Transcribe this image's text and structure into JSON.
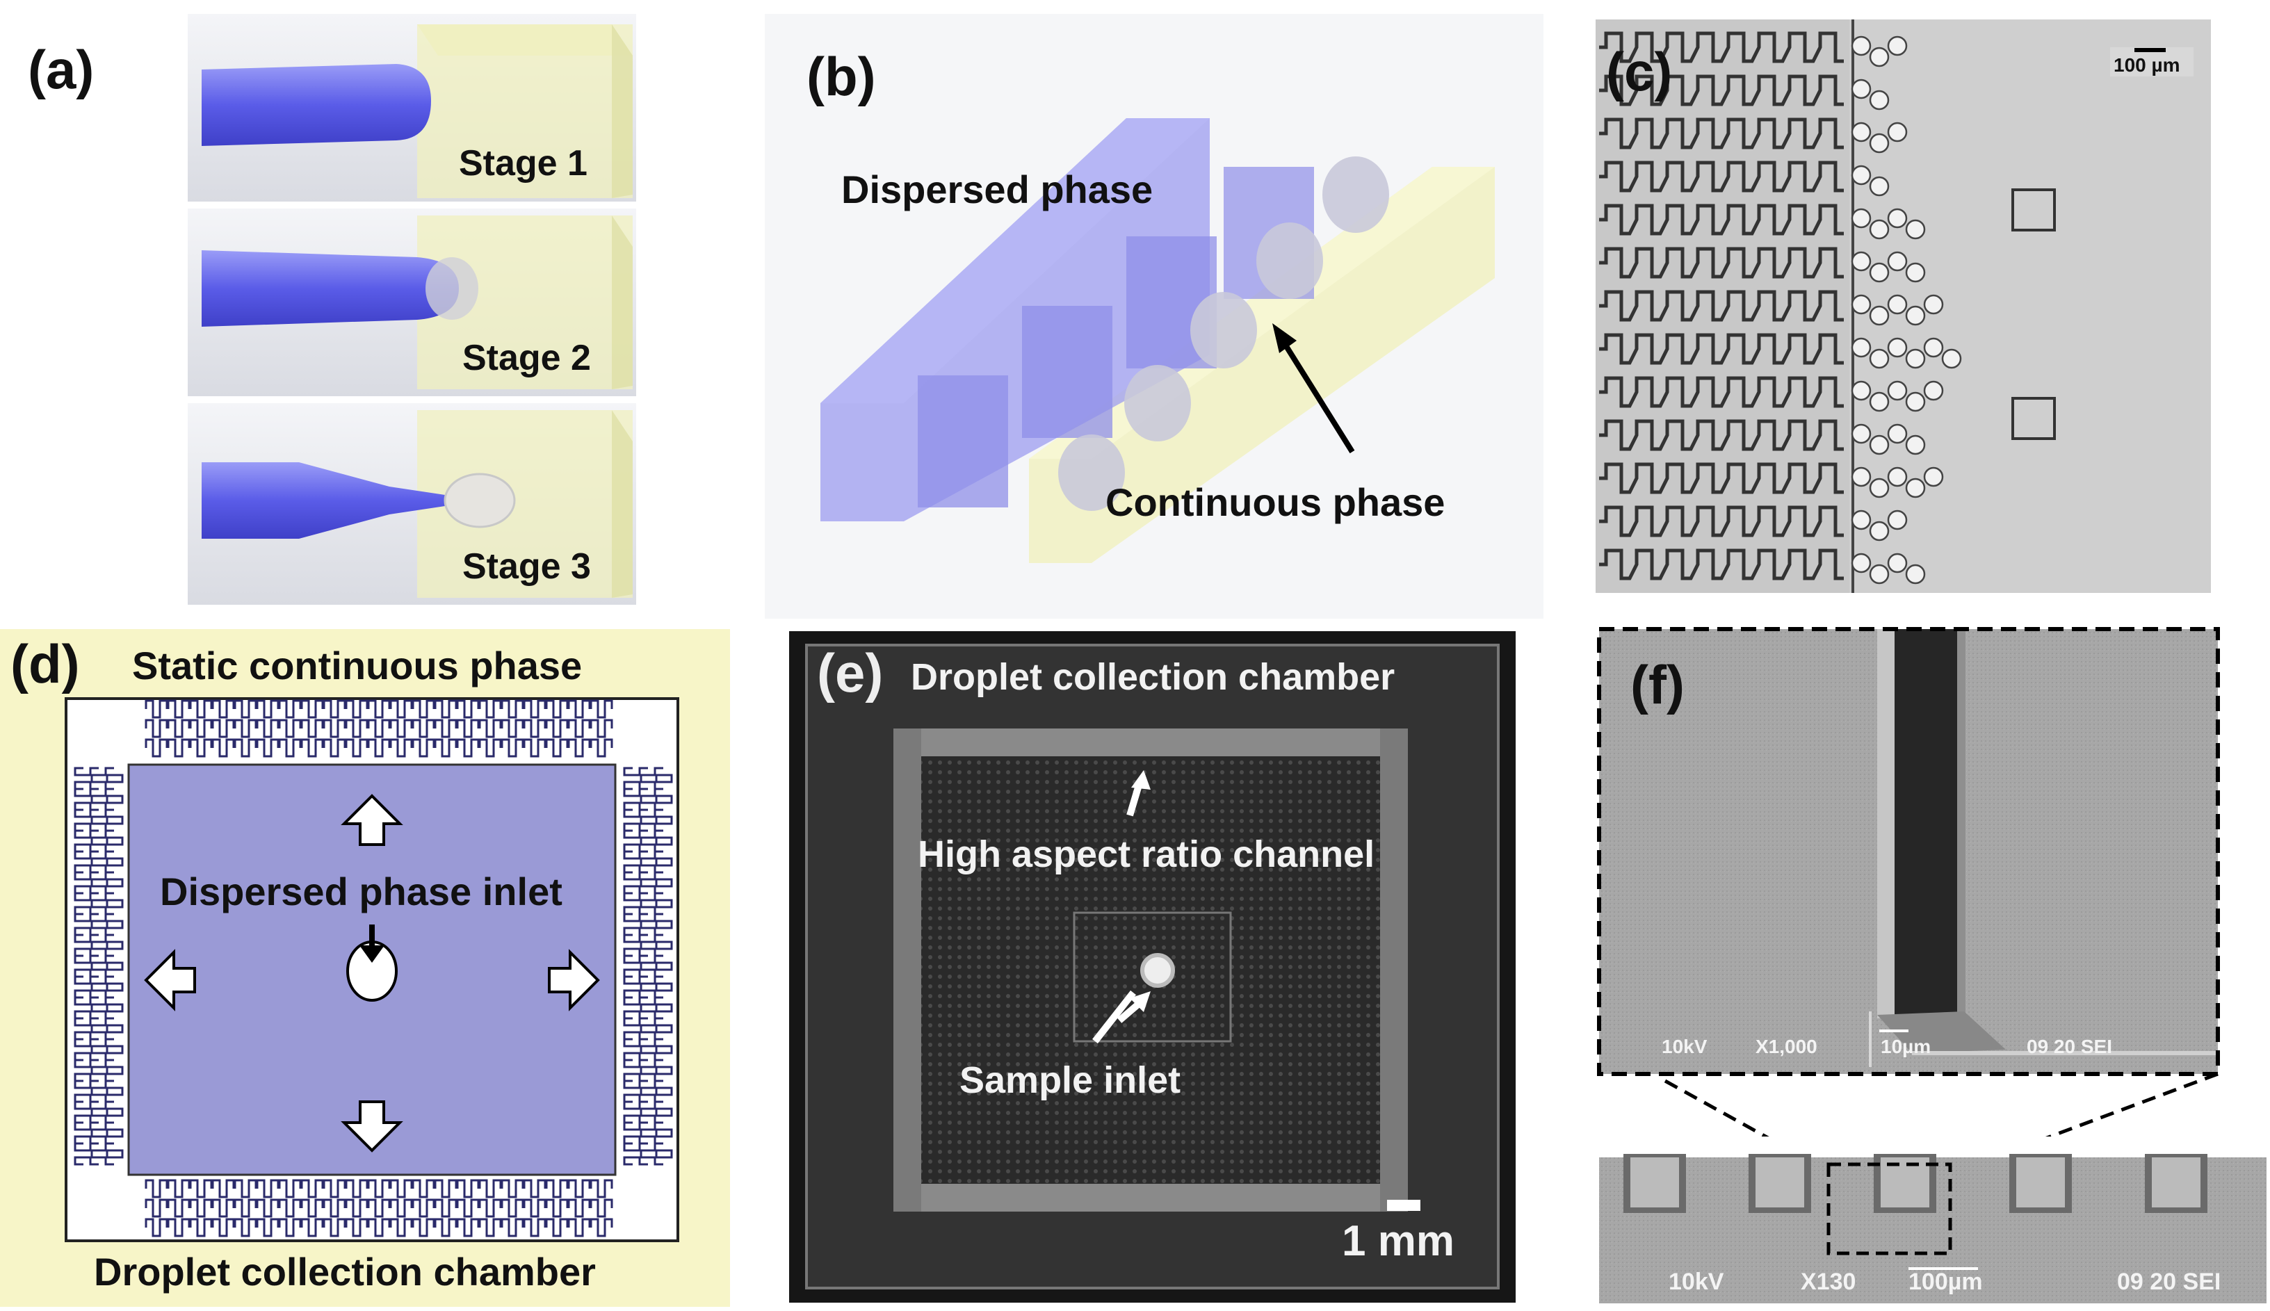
{
  "panels": {
    "a": {
      "label": "(a)",
      "stages": [
        "Stage 1",
        "Stage 2",
        "Stage 3"
      ]
    },
    "b": {
      "label": "(b)",
      "dispersed": "Dispersed phase",
      "continuous": "Continuous phase"
    },
    "c": {
      "label": "(c)",
      "scale": "100 µm"
    },
    "d": {
      "label": "(d)",
      "top": "Static continuous phase",
      "inlet": "Dispersed phase inlet",
      "bottom": "Droplet collection chamber"
    },
    "e": {
      "label": "(e)",
      "chamber": "Droplet collection chamber",
      "channel": "High aspect ratio channel",
      "inlet": "Sample inlet",
      "scale": "1 mm"
    },
    "f": {
      "label": "(f)",
      "inset": {
        "kv": "10kV",
        "mag": "X1,000",
        "scale": "10µm",
        "code": "09 20 SEI"
      },
      "main": {
        "kv": "10kV",
        "mag": "X130",
        "scale": "100µm",
        "code": "09 20 SEI"
      }
    }
  },
  "colors": {
    "dispersed": "#6b6bf0",
    "continuous": "#f1f0c4",
    "chamber": "#9a9ad6"
  }
}
